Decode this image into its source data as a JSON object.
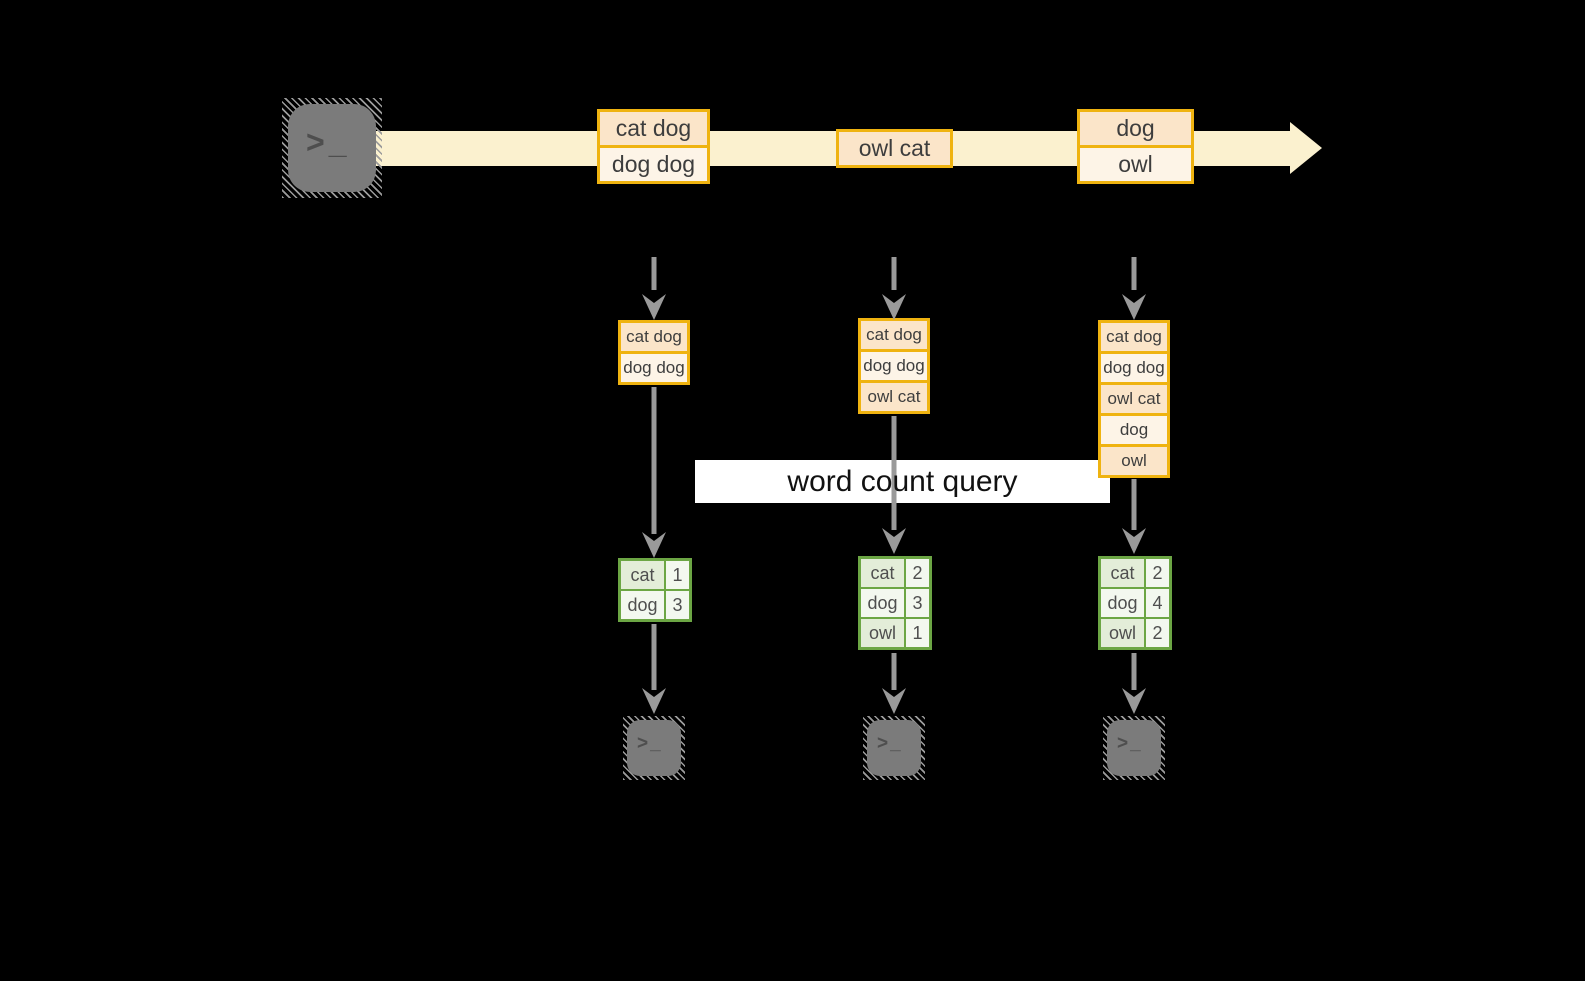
{
  "colors": {
    "canvas": "#000000",
    "cream": "#fbf1cf",
    "orange": "#efb310",
    "peachDark": "#fbe5c9",
    "peachLight": "#fdf4e7",
    "green": "#6ca644",
    "greenDark": "#e3edd8",
    "greenLight": "#f3f8ef",
    "arrow": "#9a9a9a",
    "terminal": "#7b7b7b",
    "query_bg": "#ffffff"
  },
  "terminal": {
    "glyph": ">_"
  },
  "stream": {
    "events": [
      {
        "lines": [
          "cat dog",
          "dog dog"
        ]
      },
      {
        "lines": [
          "owl cat"
        ]
      },
      {
        "lines": [
          "dog",
          "owl"
        ]
      }
    ]
  },
  "states": [
    {
      "cells": [
        "cat dog",
        "dog dog"
      ]
    },
    {
      "cells": [
        "cat dog",
        "dog dog",
        "owl cat"
      ]
    },
    {
      "cells": [
        "cat dog",
        "dog dog",
        "owl cat",
        "dog",
        "owl"
      ]
    }
  ],
  "query": {
    "label": "word count query"
  },
  "results": [
    {
      "rows": [
        [
          "cat",
          "1"
        ],
        [
          "dog",
          "3"
        ]
      ]
    },
    {
      "rows": [
        [
          "cat",
          "2"
        ],
        [
          "dog",
          "3"
        ],
        [
          "owl",
          "1"
        ]
      ]
    },
    {
      "rows": [
        [
          "cat",
          "2"
        ],
        [
          "dog",
          "4"
        ],
        [
          "owl",
          "2"
        ]
      ]
    }
  ]
}
